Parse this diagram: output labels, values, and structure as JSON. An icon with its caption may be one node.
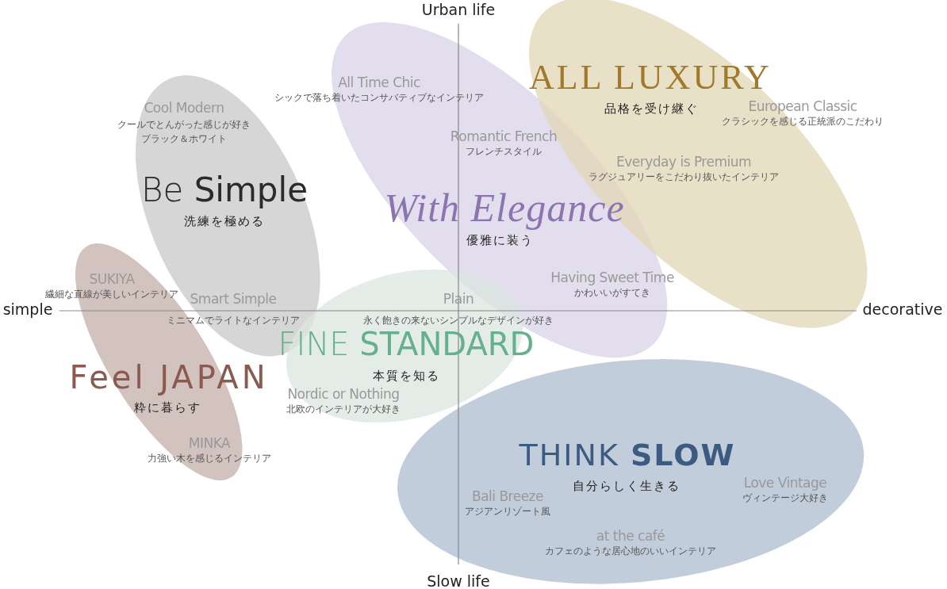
{
  "diagram": {
    "nodes": [
      {
        "text": [
          "With Elegance",
          "優雅に装う"
        ]
      },
      {
        "text": [
          "ALL LUXURY",
          "品格を受け継ぐ"
        ]
      },
      {
        "text": [
          "Be **Simple**",
          "洗練を極める"
        ]
      },
      {
        "text": [
          "FINE **STANDARD**",
          "本質を知る"
        ]
      },
      {
        "text": [
          "Feel JAPAN",
          "粋に暮らす"
        ]
      },
      {
        "text": [
          "THINK **SLOW**",
          "自分らしく生きる"
        ]
      }
    ],
    "labels": [
      "Urban life",
      "All Time Chic",
      "シックで落ち着いたコンサバティブなインテリア",
      "European Classic",
      "クラシックを感じる正統派のこだわり",
      "Cool Modern",
      "クールでとんがった感じが好きブラック＆ホワイト",
      "Romantic French",
      "フレンチスタイル",
      "Everyday is Premium",
      "ラグジュアリーをこだわり抜いたインテリア",
      "Having Sweet Time",
      "かわいいがすてき",
      "SUKIYA",
      "繊細な直線が美しいインテリア",
      "simple",
      "Smart Simple",
      "ミニマムでライトなインテリア",
      "Plain",
      "永く飽きの来ないシンプルなデザインが好き",
      "decorative",
      "Nordic or Nothing",
      "北欧のインテリアが大好き",
      "MINKA",
      "力強い木を感じるインテリア",
      "Love Vintage",
      "ヴィンテージ大好き",
      "Bali Breeze",
      "アジアンリゾート風",
      "at the café",
      "カフェのような居心地のいいインテリア",
      "Slow life"
    ]
  }
}
